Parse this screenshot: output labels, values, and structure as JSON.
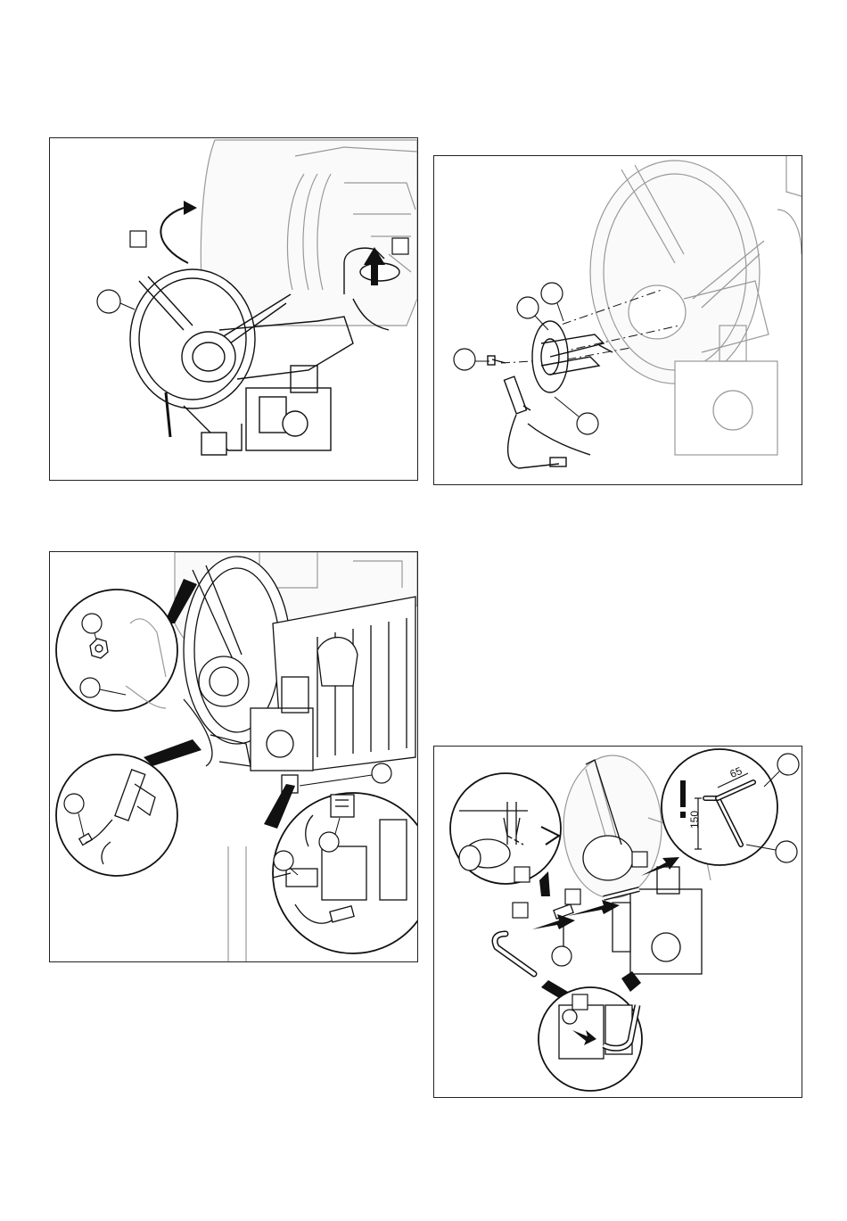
{
  "panels": {
    "fig1": {
      "box_markers": 2,
      "circle_markers": 1
    },
    "fig2": {
      "circle_markers": 4
    },
    "fig3": {
      "circle_markers": 6
    },
    "fig4": {
      "dimensions": {
        "length_a": "65",
        "length_b": "150"
      },
      "warning_symbol": "!"
    }
  }
}
